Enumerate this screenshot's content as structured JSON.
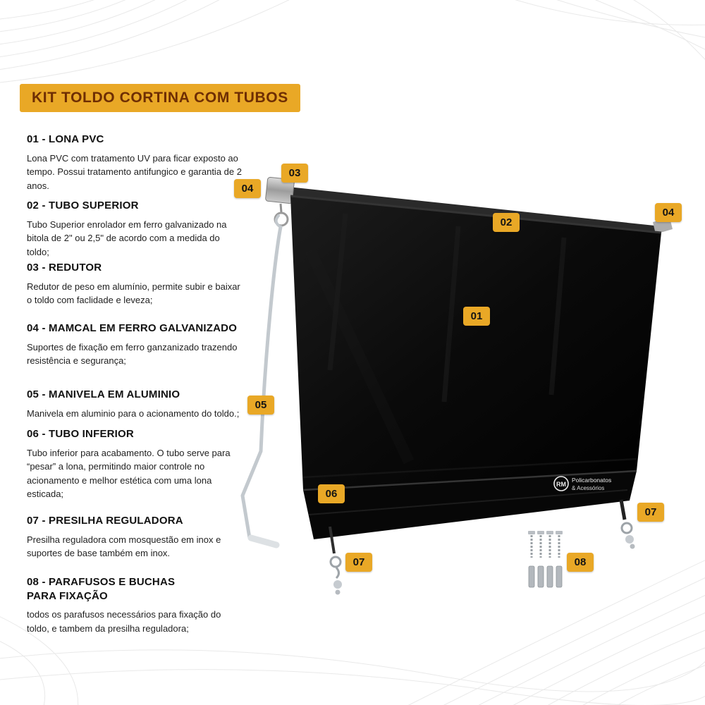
{
  "page": {
    "title": "KIT TOLDO CORTINA COM TUBOS"
  },
  "colors": {
    "accent": "#E9A826",
    "title_text": "#6E2E04",
    "canvas_black": "#0A0A0A",
    "background": "#FFFFFF"
  },
  "items": [
    {
      "number": "01",
      "heading": "01 - LONA PVC",
      "description": "Lona PVC com tratamento UV para ficar exposto ao tempo. Possui tratamento antifungico e garantia de 2 anos."
    },
    {
      "number": "02",
      "heading": "02 - TUBO SUPERIOR",
      "description": "Tubo Superior enrolador em ferro galvanizado na bitola de 2\" ou 2,5\" de acordo com a medida do toldo;"
    },
    {
      "number": "03",
      "heading": "03 - REDUTOR",
      "description": "Redutor de peso em alumínio, permite subir e baixar o toldo com faclidade e leveza;"
    },
    {
      "number": "04",
      "heading": "04 - MAMCAL EM FERRO GALVANIZADO",
      "description": "Suportes de fixação em ferro ganzanizado trazendo resistência e segurança;"
    },
    {
      "number": "05",
      "heading": "05 - MANIVELA EM ALUMINIO",
      "description": "Manivela em aluminio para o acionamento do toldo.;"
    },
    {
      "number": "06",
      "heading": "06 - TUBO INFERIOR",
      "description": "Tubo inferior para acabamento. O tubo serve para “pesar” a lona, permitindo maior controle no acionamento e melhor estética com uma lona esticada;"
    },
    {
      "number": "07",
      "heading": "07 - PRESILHA REGULADORA",
      "description": "Presilha reguladora com mosquestão em inox e suportes de base também em inox."
    },
    {
      "number": "08",
      "heading": "08 - PARAFUSOS E BUCHAS PARA FIXAÇÃO",
      "description": "todos os parafusos necessários para fixação do toldo, e tambem da presilha reguladora;"
    }
  ],
  "diagram": {
    "badges": [
      {
        "label": "03"
      },
      {
        "label": "04"
      },
      {
        "label": "02"
      },
      {
        "label": "04"
      },
      {
        "label": "01"
      },
      {
        "label": "05"
      },
      {
        "label": "06"
      },
      {
        "label": "07"
      },
      {
        "label": "07"
      },
      {
        "label": "08"
      }
    ],
    "logo": {
      "initials": "RM",
      "line1": "Policarbonatos",
      "line2": "& Acessórios"
    }
  }
}
